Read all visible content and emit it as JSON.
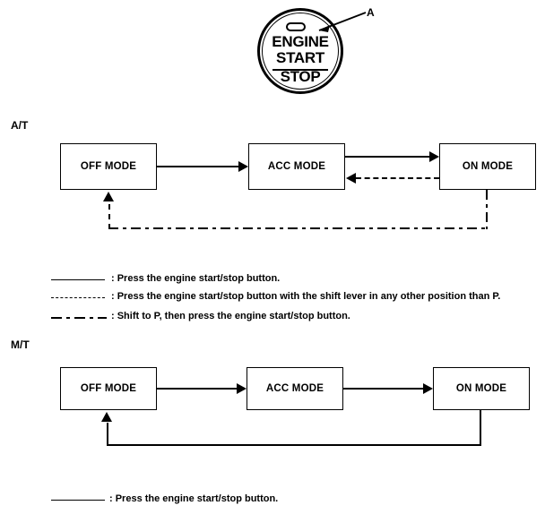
{
  "figure": {
    "button": {
      "line1": "ENGINE",
      "line2": "START",
      "line3": "STOP",
      "callout_label": "A",
      "indicator_name": "indicator-lamp"
    },
    "sections": [
      {
        "id": "at",
        "label": "A/T",
        "boxes": [
          {
            "id": "off",
            "label": "OFF MODE"
          },
          {
            "id": "acc",
            "label": "ACC MODE"
          },
          {
            "id": "on",
            "label": "ON MODE"
          }
        ],
        "transitions": [
          {
            "from": "OFF MODE",
            "to": "ACC MODE",
            "style": "solid"
          },
          {
            "from": "ACC MODE",
            "to": "ON MODE",
            "style": "solid"
          },
          {
            "from": "ON MODE",
            "to": "ACC MODE",
            "style": "dashed"
          },
          {
            "from": "ON MODE",
            "to": "OFF MODE",
            "style": "dash-dot"
          }
        ]
      },
      {
        "id": "mt",
        "label": "M/T",
        "boxes": [
          {
            "id": "off",
            "label": "OFF MODE"
          },
          {
            "id": "acc",
            "label": "ACC MODE"
          },
          {
            "id": "on",
            "label": "ON MODE"
          }
        ],
        "transitions": [
          {
            "from": "OFF MODE",
            "to": "ACC MODE",
            "style": "solid"
          },
          {
            "from": "ACC MODE",
            "to": "ON MODE",
            "style": "solid"
          },
          {
            "from": "ON MODE",
            "to": "OFF MODE",
            "style": "solid"
          }
        ]
      }
    ],
    "legend_at": [
      {
        "style": "solid",
        "text": ": Press the engine start/stop button."
      },
      {
        "style": "dashed",
        "text": ": Press the engine start/stop button with the shift lever in any other position than P."
      },
      {
        "style": "dash-dot",
        "text": ": Shift to P, then press the engine start/stop button."
      }
    ],
    "legend_mt": [
      {
        "style": "solid",
        "text": ": Press the engine start/stop button."
      }
    ],
    "colors": {
      "ink": "#000000",
      "paper": "#ffffff"
    }
  }
}
